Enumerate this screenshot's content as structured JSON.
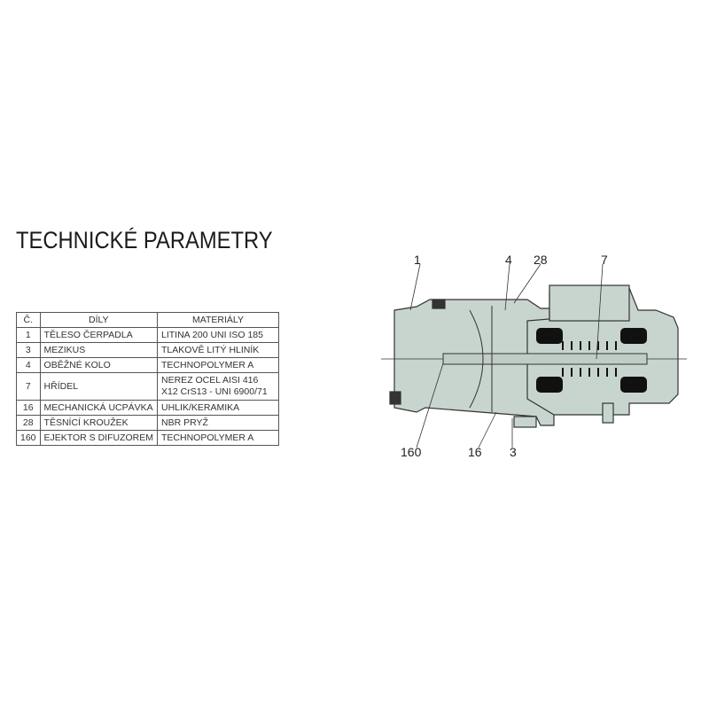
{
  "title": "TECHNICKÉ PARAMETRY",
  "table": {
    "headers": [
      "Č.",
      "DÍLY",
      "MATERIÁLY"
    ],
    "rows": [
      {
        "no": "1",
        "part": "TĚLESO ČERPADLA",
        "material": "LITINA 200 UNI ISO 185"
      },
      {
        "no": "3",
        "part": "MEZIKUS",
        "material": "TLAKOVĚ LITÝ HLINÍK"
      },
      {
        "no": "4",
        "part": "OBĚŽNÉ KOLO",
        "material": "TECHNOPOLYMER A"
      },
      {
        "no": "7",
        "part": "HŘÍDEL",
        "material": "NEREZ OCEL AISI 416",
        "material2": "X12 CrS13 - UNI 6900/71"
      },
      {
        "no": "16",
        "part": "MECHANICKÁ UCPÁVKA",
        "material": "UHLIK/KERAMIKA"
      },
      {
        "no": "28",
        "part": "TĚSNÍCÍ KROUŽEK",
        "material": "NBR PRYŽ"
      },
      {
        "no": "160",
        "part": "EJEKTOR S DIFUZOREM",
        "material": "TECHNOPOLYMER A"
      }
    ]
  },
  "diagram": {
    "labels": {
      "l1": "1",
      "l4": "4",
      "l28": "28",
      "l7": "7",
      "l160": "160",
      "l16": "16",
      "l3": "3"
    },
    "fill_color": "#c8d5ce"
  }
}
